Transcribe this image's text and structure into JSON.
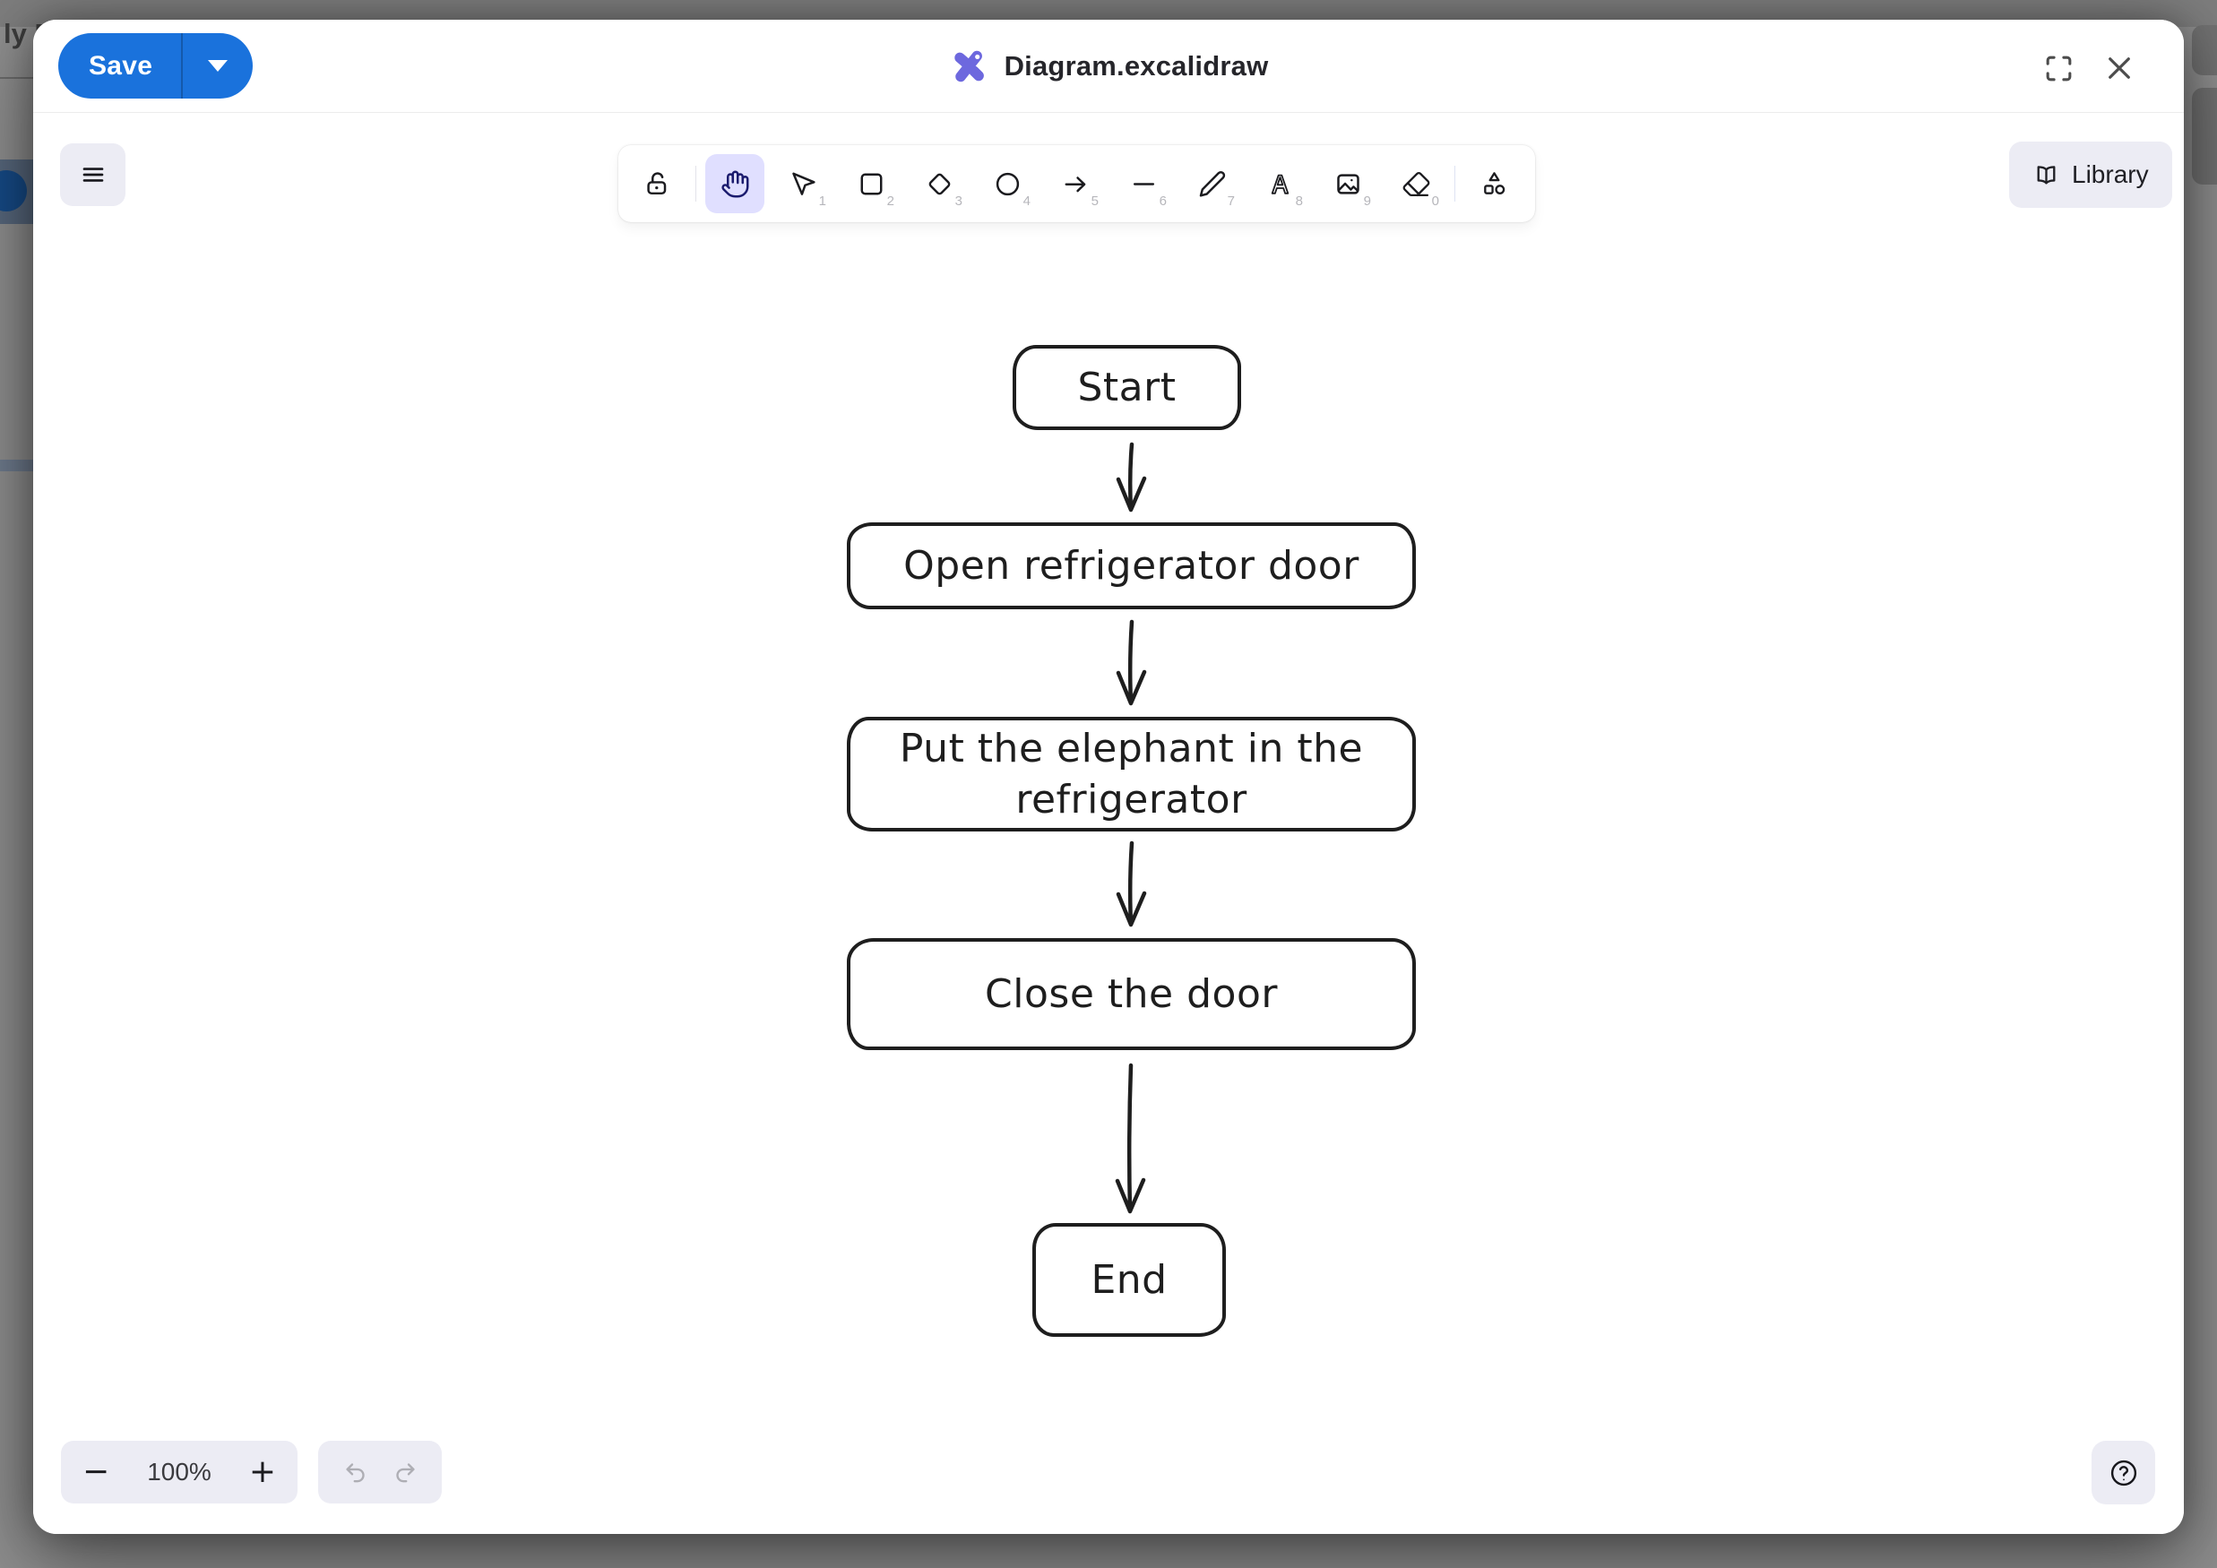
{
  "backdrop": {
    "partial_text": "ly F"
  },
  "header": {
    "save_label": "Save",
    "doc_title": "Diagram.excalidraw"
  },
  "toolbar": {
    "tools": [
      {
        "name": "lock",
        "shortcut": "",
        "selected": false
      },
      {
        "name": "hand",
        "shortcut": "",
        "selected": true
      },
      {
        "name": "selection",
        "shortcut": "1",
        "selected": false
      },
      {
        "name": "rectangle",
        "shortcut": "2",
        "selected": false
      },
      {
        "name": "diamond",
        "shortcut": "3",
        "selected": false
      },
      {
        "name": "ellipse",
        "shortcut": "4",
        "selected": false
      },
      {
        "name": "arrow",
        "shortcut": "5",
        "selected": false
      },
      {
        "name": "line",
        "shortcut": "6",
        "selected": false
      },
      {
        "name": "draw",
        "shortcut": "7",
        "selected": false
      },
      {
        "name": "text",
        "shortcut": "8",
        "selected": false
      },
      {
        "name": "image",
        "shortcut": "9",
        "selected": false
      },
      {
        "name": "eraser",
        "shortcut": "0",
        "selected": false
      },
      {
        "name": "more-shapes",
        "shortcut": "",
        "selected": false
      }
    ],
    "library_label": "Library"
  },
  "flowchart": {
    "nodes": [
      {
        "id": "start",
        "label": "Start"
      },
      {
        "id": "open",
        "label": "Open refrigerator door"
      },
      {
        "id": "put",
        "label": "Put the elephant in the\nrefrigerator"
      },
      {
        "id": "close",
        "label": "Close the door"
      },
      {
        "id": "end",
        "label": "End"
      }
    ],
    "edges": [
      [
        "start",
        "open"
      ],
      [
        "open",
        "put"
      ],
      [
        "put",
        "close"
      ],
      [
        "close",
        "end"
      ]
    ]
  },
  "footer": {
    "zoom_out_label": "−",
    "zoom_level": "100%",
    "zoom_in_label": "+"
  },
  "colors": {
    "save_button_blue": "#1a72dc",
    "selected_tool_bg": "#e0dfff",
    "selected_tool_icon": "#1b1b6e",
    "excalidraw_logo_purple": "#6d68de",
    "canvas_stroke": "#1e1e1e",
    "island_button_bg": "#ececf4",
    "backdrop_gray": "#8e8e8e"
  }
}
